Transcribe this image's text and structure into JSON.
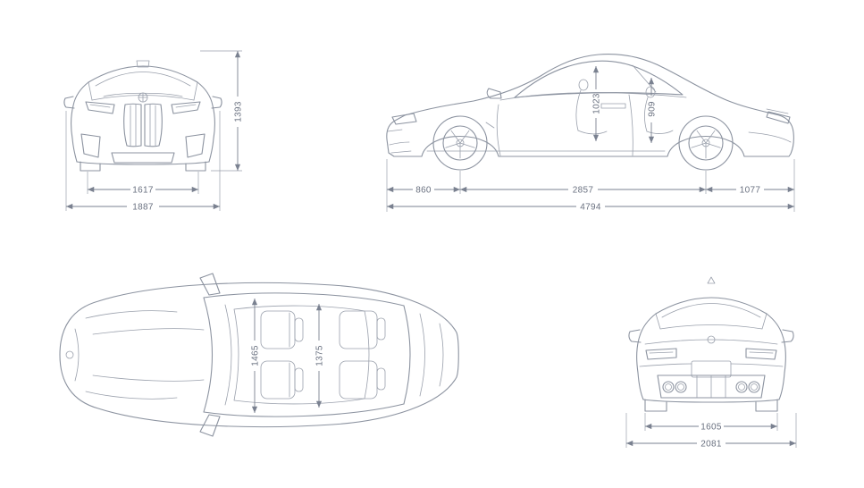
{
  "colors": {
    "car_line": "#8C93A0",
    "dim_line": "#7A8190",
    "dim_text": "#6A7180",
    "background": "#FFFFFF"
  },
  "views": {
    "front": {
      "height": "1393",
      "track_width": "1617",
      "overall_width": "1887"
    },
    "side": {
      "front_overhang": "860",
      "wheelbase": "2857",
      "rear_overhang": "1077",
      "overall_length": "4794",
      "interior_height_front": "1023",
      "interior_height_rear": "909"
    },
    "top": {
      "interior_width_front": "1465",
      "interior_width_rear": "1375"
    },
    "rear": {
      "track_width": "1605",
      "overall_width": "2081"
    }
  }
}
